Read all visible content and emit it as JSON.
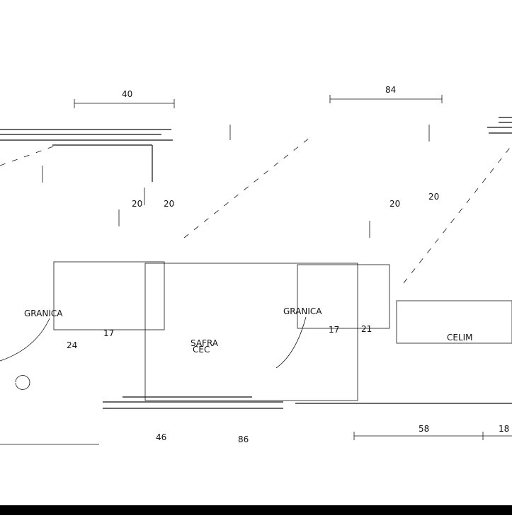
{
  "drawing": {
    "labels": {
      "dim_top_left": "40",
      "dim_top_right": "84",
      "dim_bottom_left": "46",
      "dim_bottom_mid": "86",
      "dim_bottom_right_a": "58",
      "dim_bottom_right_b": "18",
      "room_left": "GRANICA",
      "room_mid": "SAFRA",
      "room_mid_sub": "CEC",
      "room_right": "GRANICA",
      "room_far_right": "CELIM",
      "val_a": "24",
      "val_b": "17",
      "val_c": "21",
      "val_d": "17",
      "val_e": "20",
      "val_f": "20",
      "val_g": "20",
      "val_h": "20"
    },
    "colors": {
      "ink": "#111111",
      "paper": "#ffffff",
      "footer": "#000000"
    }
  }
}
